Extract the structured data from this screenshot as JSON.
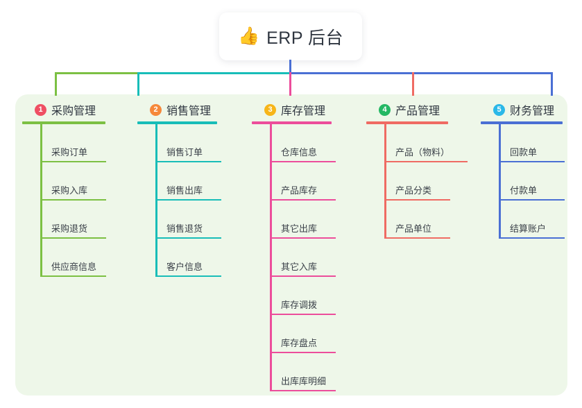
{
  "diagram": {
    "type": "tree-mindmap",
    "root": {
      "icon": "thumbs-up-emoji",
      "emoji": "👍",
      "title": "ERP 后台"
    },
    "branches": [
      {
        "number": "1",
        "title": "采购管理",
        "badge_color": "#ef4f63",
        "line_color": "#7cc043",
        "children": [
          "采购订单",
          "采购入库",
          "采购退货",
          "供应商信息"
        ]
      },
      {
        "number": "2",
        "title": "销售管理",
        "badge_color": "#f6883a",
        "line_color": "#18bdb8",
        "children": [
          "销售订单",
          "销售出库",
          "销售退货",
          "客户信息"
        ]
      },
      {
        "number": "3",
        "title": "库存管理",
        "badge_color": "#f7b519",
        "line_color": "#ec4d9b",
        "children": [
          "仓库信息",
          "产品库存",
          "其它出库",
          "其它入库",
          "库存调拨",
          "库存盘点",
          "出库库明细"
        ]
      },
      {
        "number": "4",
        "title": "产品管理",
        "badge_color": "#24b864",
        "line_color": "#ef6b63",
        "children": [
          "产品（物料）",
          "产品分类",
          "产品单位"
        ]
      },
      {
        "number": "5",
        "title": "财务管理",
        "badge_color": "#2bb8e8",
        "line_color": "#4a6fd4",
        "children": [
          "回款单",
          "付款单",
          "结算账户"
        ]
      }
    ],
    "bus": {
      "segment_colors": [
        "#7cc043",
        "#18bdb8",
        "#4a6fd4"
      ],
      "stem_color": "#4a6fd4"
    },
    "panel_color": "#eef7e9",
    "background_color": "#ffffff"
  }
}
